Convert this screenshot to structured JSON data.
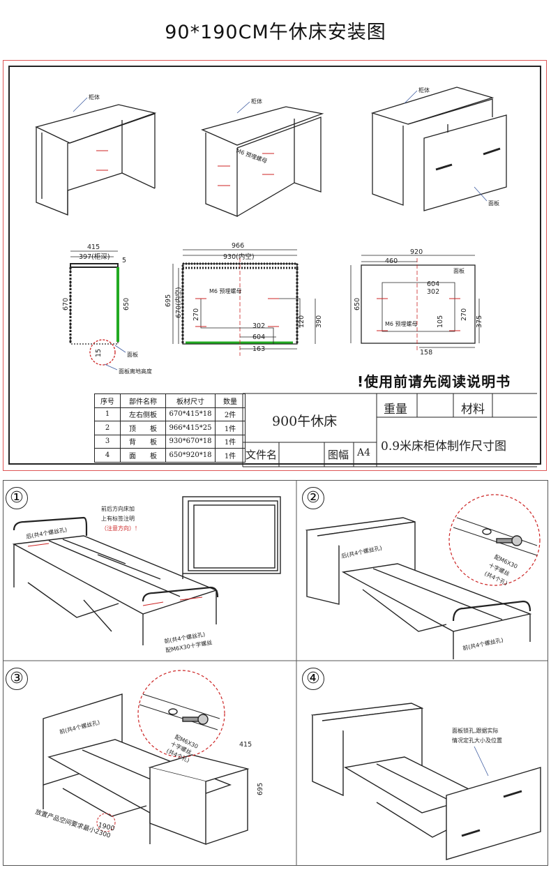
{
  "title": "90*190CM午休床安装图",
  "top_views": {
    "view1_label": "柜体",
    "view2_label": "柜体",
    "view2_note": "M6 预埋螺母",
    "view3_label": "柜体",
    "view3_panel": "面板"
  },
  "dims": {
    "side": {
      "w415": "415",
      "w397": "397(柜深)",
      "d5": "5",
      "h670": "670",
      "h650": "650",
      "g15": "15",
      "panel": "面板",
      "floor_note": "面板离地高度"
    },
    "top": {
      "w966": "966",
      "w930": "930(内空)",
      "h695": "695",
      "h670": "670(内空)",
      "m6": "M6 预埋螺母",
      "d270": "270",
      "d302": "302",
      "d604": "604",
      "d120": "120",
      "d390": "390",
      "d163": "163"
    },
    "panel": {
      "w920": "920",
      "w460": "460",
      "label": "面板",
      "d604": "604",
      "d302": "302",
      "h650": "650",
      "m6": "M6 预埋螺母",
      "d105": "105",
      "d270": "270",
      "d375": "375",
      "d158": "158"
    }
  },
  "notice": "使用前请先阅读说明书",
  "parts_table": {
    "headers": [
      "序号",
      "部件名称",
      "板材尺寸",
      "数量"
    ],
    "rows": [
      [
        "1",
        "左右侧板",
        "670*415*18",
        "2件"
      ],
      [
        "2",
        "顶　　板",
        "966*415*25",
        "1件"
      ],
      [
        "3",
        "背　　板",
        "930*670*18",
        "1件"
      ],
      [
        "4",
        "面　　板",
        "650*920*18",
        "1件"
      ]
    ]
  },
  "title_block": {
    "product": "900午休床",
    "weight_label": "重量",
    "material_label": "材料",
    "file_label": "文件名",
    "size_label": "图幅",
    "size_value": "A4",
    "drawing_title": "0.9米床柜体制作尺寸图"
  },
  "steps": {
    "s1": {
      "num": "①",
      "note1": "前后方向床加",
      "note2": "上有标签注明",
      "note3": "（注意方向）！",
      "back": "后(共4个螺丝孔)",
      "front1": "前(共4个螺丝孔)",
      "front2": "配M6X30十字螺丝"
    },
    "s2": {
      "num": "②",
      "back": "后(共4个螺丝孔)",
      "screw1": "配M6X30",
      "screw2": "十字螺丝",
      "screw3": "(共4个孔)",
      "front": "前(共4个螺丝孔)"
    },
    "s3": {
      "num": "③",
      "front": "前(共4个螺丝孔)",
      "screw1": "配M6X30",
      "screw2": "十字螺丝",
      "screw3": "(共4个孔)",
      "w415": "415",
      "h695": "695",
      "d1900": "1900",
      "space": "放置产品空间要求最小2300"
    },
    "s4": {
      "num": "④",
      "note1": "面板锁孔,跟据实际",
      "note2": "情况定孔大小及位置"
    }
  },
  "colors": {
    "frame_red": "#d55555",
    "dim_red": "#cc2222",
    "green": "#22aa22"
  }
}
